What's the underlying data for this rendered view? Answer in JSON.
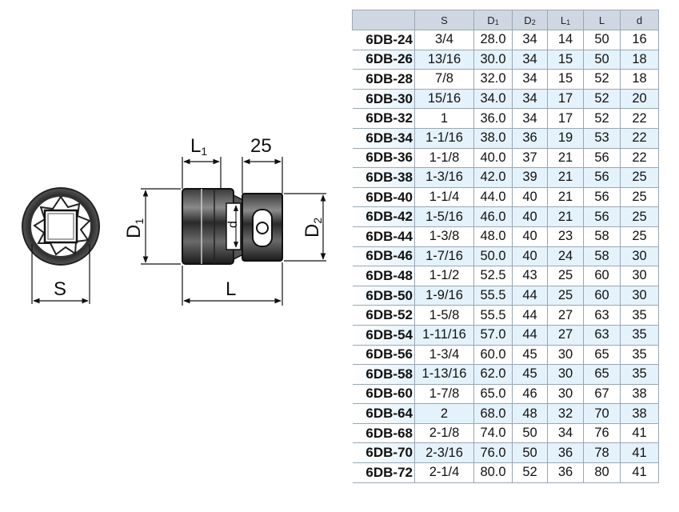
{
  "drawing": {
    "labels": {
      "S": "S",
      "D1_main": "D",
      "D1_sub": "1",
      "D2_main": "D",
      "D2_sub": "2",
      "L1_main": "L",
      "L1_sub": "1",
      "L": "L",
      "d": "d",
      "dim_25": "25"
    }
  },
  "table": {
    "headers": [
      {
        "main": "S",
        "sub": ""
      },
      {
        "main": "D",
        "sub": "1"
      },
      {
        "main": "D",
        "sub": "2"
      },
      {
        "main": "L",
        "sub": "1"
      },
      {
        "main": "L",
        "sub": ""
      },
      {
        "main": "d",
        "sub": ""
      }
    ],
    "rows": [
      [
        "6DB-24",
        "3/4",
        "28.0",
        "34",
        "14",
        "50",
        "16"
      ],
      [
        "6DB-26",
        "13/16",
        "30.0",
        "34",
        "15",
        "50",
        "18"
      ],
      [
        "6DB-28",
        "7/8",
        "32.0",
        "34",
        "15",
        "52",
        "18"
      ],
      [
        "6DB-30",
        "15/16",
        "34.0",
        "34",
        "17",
        "52",
        "20"
      ],
      [
        "6DB-32",
        "1",
        "36.0",
        "34",
        "17",
        "52",
        "22"
      ],
      [
        "6DB-34",
        "1-1/16",
        "38.0",
        "36",
        "19",
        "53",
        "22"
      ],
      [
        "6DB-36",
        "1-1/8",
        "40.0",
        "37",
        "21",
        "56",
        "22"
      ],
      [
        "6DB-38",
        "1-3/16",
        "42.0",
        "39",
        "21",
        "56",
        "25"
      ],
      [
        "6DB-40",
        "1-1/4",
        "44.0",
        "40",
        "21",
        "56",
        "25"
      ],
      [
        "6DB-42",
        "1-5/16",
        "46.0",
        "40",
        "21",
        "56",
        "25"
      ],
      [
        "6DB-44",
        "1-3/8",
        "48.0",
        "40",
        "23",
        "58",
        "25"
      ],
      [
        "6DB-46",
        "1-7/16",
        "50.0",
        "40",
        "24",
        "58",
        "30"
      ],
      [
        "6DB-48",
        "1-1/2",
        "52.5",
        "43",
        "25",
        "60",
        "30"
      ],
      [
        "6DB-50",
        "1-9/16",
        "55.5",
        "44",
        "25",
        "60",
        "30"
      ],
      [
        "6DB-52",
        "1-5/8",
        "55.5",
        "44",
        "27",
        "63",
        "35"
      ],
      [
        "6DB-54",
        "1-11/16",
        "57.0",
        "44",
        "27",
        "63",
        "35"
      ],
      [
        "6DB-56",
        "1-3/4",
        "60.0",
        "45",
        "30",
        "65",
        "35"
      ],
      [
        "6DB-58",
        "1-13/16",
        "62.0",
        "45",
        "30",
        "65",
        "35"
      ],
      [
        "6DB-60",
        "1-7/8",
        "65.0",
        "46",
        "30",
        "67",
        "38"
      ],
      [
        "6DB-64",
        "2",
        "68.0",
        "48",
        "32",
        "70",
        "38"
      ],
      [
        "6DB-68",
        "2-1/8",
        "74.0",
        "50",
        "34",
        "76",
        "41"
      ],
      [
        "6DB-70",
        "2-3/16",
        "76.0",
        "50",
        "36",
        "78",
        "41"
      ],
      [
        "6DB-72",
        "2-1/4",
        "80.0",
        "52",
        "36",
        "80",
        "41"
      ]
    ]
  }
}
